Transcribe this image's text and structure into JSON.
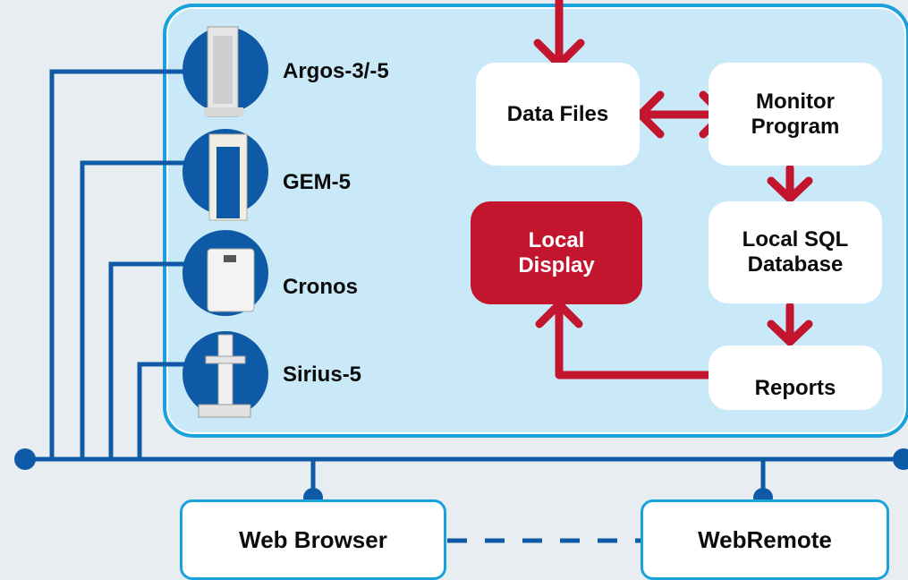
{
  "devices": [
    {
      "label": "Argos-3/-5",
      "icon": "portal-monitor-icon"
    },
    {
      "label": "GEM-5",
      "icon": "gate-monitor-icon"
    },
    {
      "label": "Cronos",
      "icon": "box-counter-icon"
    },
    {
      "label": "Sirius-5",
      "icon": "hand-foot-monitor-icon"
    }
  ],
  "boxes": {
    "data_files": [
      "Data Files"
    ],
    "monitor_program": [
      "Monitor",
      "Program"
    ],
    "local_sql": [
      "Local SQL",
      "Database"
    ],
    "local_display": [
      "Local",
      "Display"
    ],
    "reports": [
      "Reports"
    ]
  },
  "bottom": {
    "web_browser": "Web Browser",
    "webremote": "WebRemote"
  },
  "colors": {
    "panel_fill": "#c9e9f8",
    "panel_border": "#1aa2dc",
    "network_blue": "#0f5aa6",
    "arrow_red": "#c4152f",
    "background": "#e8edf1"
  }
}
